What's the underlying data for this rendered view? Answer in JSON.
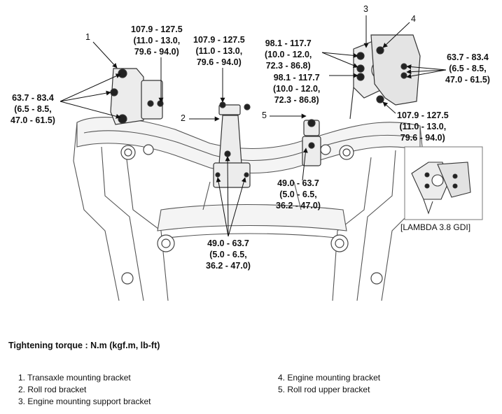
{
  "callouts": {
    "c1": {
      "number": "1"
    },
    "c2": {
      "number": "2"
    },
    "c3": {
      "number": "3"
    },
    "c4": {
      "number": "4"
    },
    "c5": {
      "number": "5"
    }
  },
  "torque_labels": {
    "t_top_left": [
      "107.9 - 127.5",
      "(11.0 - 13.0,",
      "79.6 - 94.0)"
    ],
    "t_top_center": [
      "107.9 - 127.5",
      "(11.0 - 13.0,",
      "79.6 - 94.0)"
    ],
    "t_left": [
      "63.7 - 83.4",
      "(6.5 - 8.5,",
      "47.0 - 61.5)"
    ],
    "t_upper_right_1": [
      "98.1 - 117.7",
      "(10.0 - 12.0,",
      "72.3 - 86.8)"
    ],
    "t_upper_right_2": [
      "98.1 - 117.7",
      "(10.0 - 12.0,",
      "72.3 - 86.8)"
    ],
    "t_right": [
      "63.7 - 83.4",
      "(6.5 - 8.5,",
      "47.0 - 61.5)"
    ],
    "t_right_mid": [
      "107.9 - 127.5",
      "(11.0 - 13.0,",
      "79.6 - 94.0)"
    ],
    "t_center_right": [
      "49.0 - 63.7",
      "(5.0 - 6.5,",
      "36.2 - 47.0)"
    ],
    "t_bottom_center": [
      "49.0 - 63.7",
      "(5.0 - 6.5,",
      "36.2 - 47.0)"
    ]
  },
  "variant_label": "[LAMBDA 3.8 GDI]",
  "heading": "Tightening torque : N.m (kgf.m, lb-ft)",
  "legend": {
    "left": [
      "1. Transaxle mounting bracket",
      "2. Roll rod bracket",
      "3. Engine mounting support bracket"
    ],
    "right": [
      "4. Engine mounting bracket",
      "5. Roll rod upper bracket"
    ]
  },
  "colors": {
    "ink": "#111111",
    "line": "#555555",
    "fill": "#ececec"
  }
}
